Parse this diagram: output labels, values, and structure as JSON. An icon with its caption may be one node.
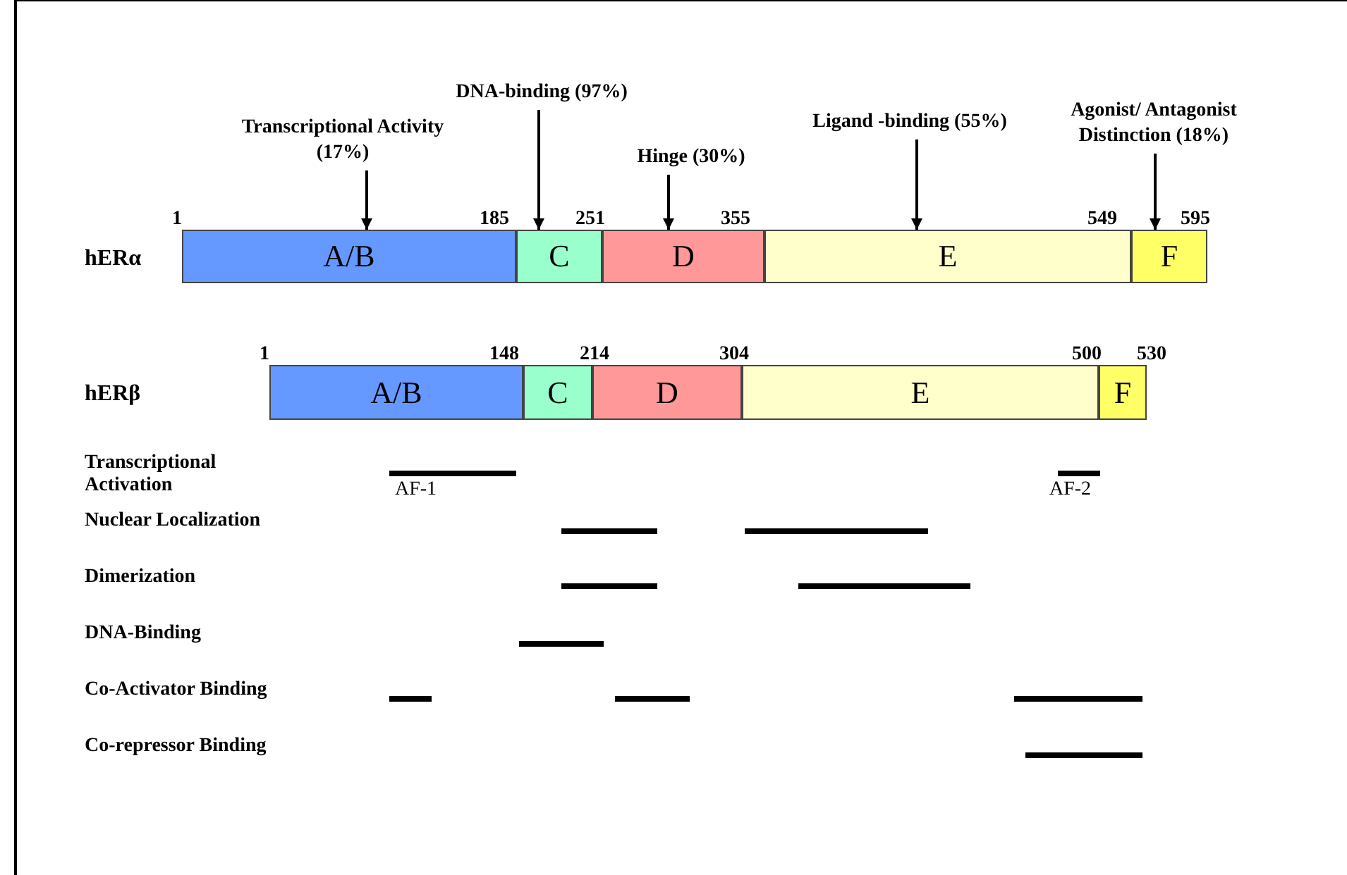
{
  "diagram": {
    "nodes": [
      {
        "text": [
          "Transcriptional Activity (17%)"
        ]
      },
      {
        "text": [
          "DNA-binding (97%)"
        ]
      },
      {
        "text": [
          "Hinge (30%)"
        ]
      },
      {
        "text": [
          "Ligand -binding (55%)"
        ]
      },
      {
        "text": [
          "Agonist/ Antagonist Distinction (18%)"
        ]
      },
      {
        "text": [
          "A/B"
        ]
      },
      {
        "text": [
          "C"
        ]
      },
      {
        "text": [
          "D"
        ]
      },
      {
        "text": [
          "E"
        ]
      },
      {
        "text": [
          "F"
        ]
      },
      {
        "text": [
          "A/B"
        ]
      },
      {
        "text": [
          "C"
        ]
      },
      {
        "text": [
          "D"
        ]
      },
      {
        "text": [
          "E"
        ]
      },
      {
        "text": [
          "F"
        ]
      }
    ],
    "edges": [
      {
        "from": 0,
        "to": 5,
        "arrow": "to"
      },
      {
        "from": 1,
        "to": 6,
        "arrow": "to"
      },
      {
        "from": 2,
        "to": 7,
        "arrow": "to"
      },
      {
        "from": 3,
        "to": 8,
        "arrow": "to"
      },
      {
        "from": 4,
        "to": 9,
        "arrow": "to"
      }
    ],
    "labels": [
      "1",
      "185",
      "251",
      "355",
      "549",
      "595",
      "hERα",
      "1",
      "148",
      "214",
      "304",
      "500",
      "530",
      "hERβ",
      "Transcriptional Activation",
      "AF-1",
      "AF-2",
      "Nuclear Localization",
      "Dimerization",
      "DNA-Binding",
      "Co-Activator Binding",
      "Co-repressor Binding"
    ]
  }
}
